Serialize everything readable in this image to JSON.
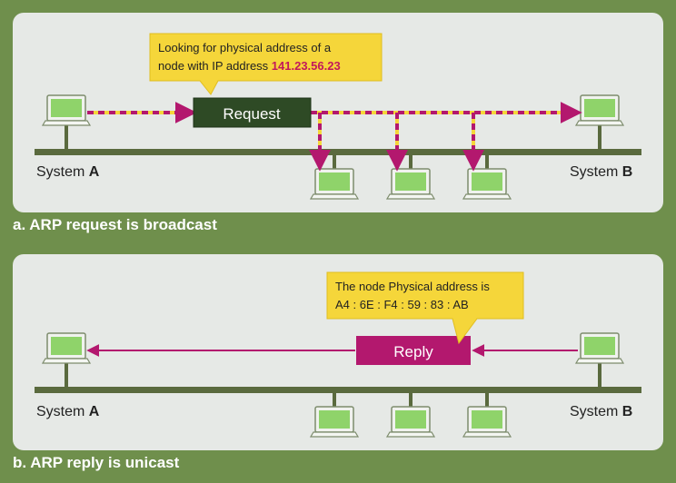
{
  "panel_a": {
    "caption": "a. ARP request is broadcast",
    "callout_line1": "Looking for physical address of a",
    "callout_line2_prefix": "node with IP address ",
    "callout_ip": "141.23.56.23",
    "box_label": "Request",
    "system_a_prefix": "System ",
    "system_a_letter": "A",
    "system_b_prefix": "System ",
    "system_b_letter": "B"
  },
  "panel_b": {
    "caption": "b. ARP reply is unicast",
    "callout_line1": "The node Physical address is",
    "callout_line2": "A4 : 6E : F4 : 59 : 83 : AB",
    "box_label": "Reply",
    "system_a_prefix": "System ",
    "system_a_letter": "A",
    "system_b_prefix": "System ",
    "system_b_letter": "B"
  },
  "colors": {
    "background": "#6f8f4c",
    "panel": "#e6e9e6",
    "bus": "#5a6a3e",
    "screen": "#8fd36a",
    "callout": "#f5d63a",
    "request_box": "#2e4a25",
    "reply_box": "#b3186e",
    "broadcast_dash_red": "#b3186e",
    "broadcast_dash_yellow": "#f5d63a",
    "unicast_arrow": "#b3186e"
  }
}
